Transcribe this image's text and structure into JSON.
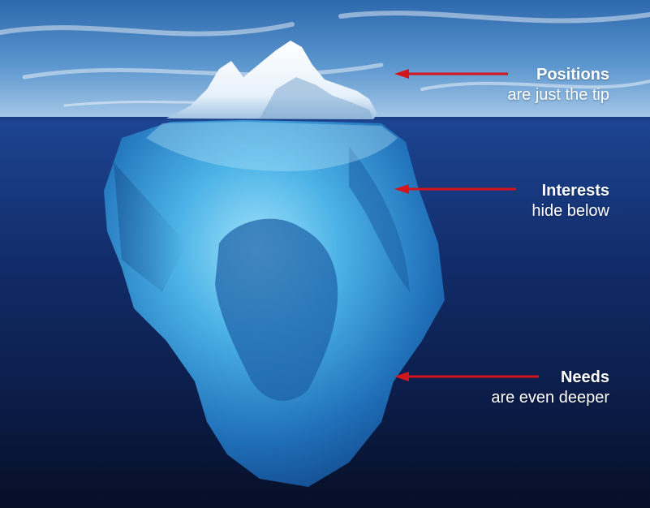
{
  "labels": [
    {
      "title": "Positions",
      "desc": "are just the tip"
    },
    {
      "title": "Interests",
      "desc": "hide below"
    },
    {
      "title": "Needs",
      "desc": "are even deeper"
    }
  ],
  "colors": {
    "arrow": "#d4151c",
    "text": "#ffffff",
    "sky_top": "#2f6fb4",
    "sky_bottom": "#9cc3e6",
    "water_top": "#1a3f8a",
    "water_bottom": "#071129",
    "ice_top": "#ffffff",
    "ice_under": "#4fb3e8"
  }
}
